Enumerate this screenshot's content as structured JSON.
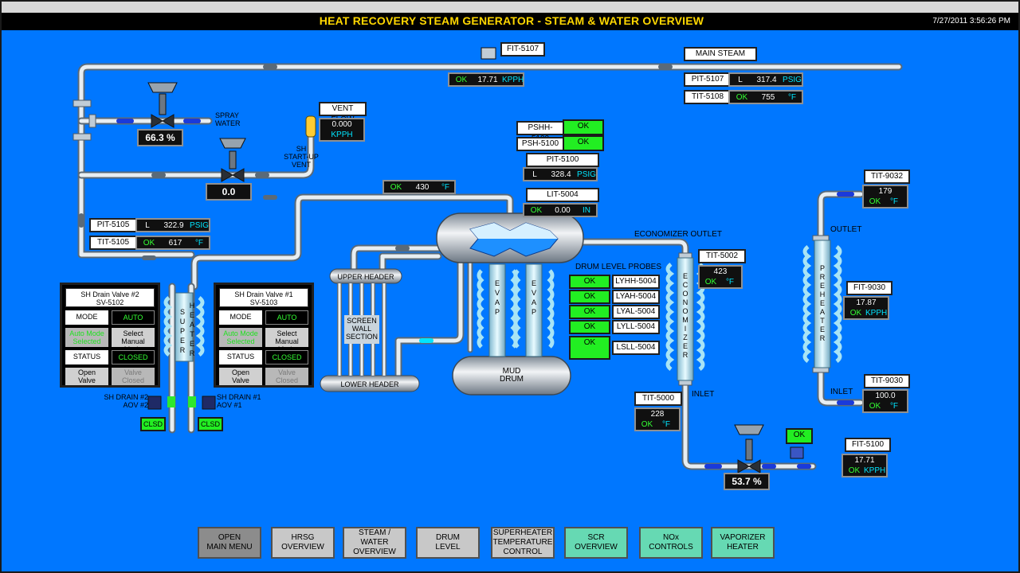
{
  "header": {
    "title": "HEAT RECOVERY STEAM GENERATOR - STEAM & WATER OVERVIEW",
    "datetime": "7/27/2011 3:56:26 PM"
  },
  "main_steam": {
    "label": "MAIN STEAM",
    "fit5107": {
      "tag": "FIT-5107",
      "status": "OK",
      "value": "17.71",
      "unit": "KPPH"
    },
    "pit5107": {
      "tag": "PIT-5107",
      "status": "L",
      "value": "317.4",
      "unit": "PSIG"
    },
    "tit5108": {
      "tag": "TIT-5108",
      "status": "OK",
      "value": "755",
      "unit": "°F"
    }
  },
  "spray": {
    "label": "SPRAY\nWATER",
    "output": "66.3 %"
  },
  "startup_vent": {
    "label": "SH\nSTART-UP\nVENT",
    "output": "0.0",
    "vent_flow_tag": "VENT FLOW",
    "vent_flow_value": "0.000",
    "vent_flow_unit": "KPPH"
  },
  "drum": {
    "pshh5100": {
      "tag": "PSHH-5100",
      "status": "OK"
    },
    "psh5100": {
      "tag": "PSH-5100",
      "status": "OK"
    },
    "pit5100": {
      "tag": "PIT-5100",
      "status": "L",
      "value": "328.4",
      "unit": "PSIG"
    },
    "lit5004": {
      "tag": "LIT-5004",
      "status": "OK",
      "value": "0.00",
      "unit": "IN"
    },
    "inlet_temp": {
      "status": "OK",
      "value": "430",
      "unit": "°F"
    },
    "mud_drum": "MUD\nDRUM",
    "probes_title": "DRUM LEVEL PROBES",
    "probes": [
      {
        "tag": "LYHH-5004",
        "status": "OK"
      },
      {
        "tag": "LYAH-5004",
        "status": "OK"
      },
      {
        "tag": "LYAL-5004",
        "status": "OK"
      },
      {
        "tag": "LYLL-5004",
        "status": "OK"
      },
      {
        "tag": "LSLL-5004",
        "status": "OK"
      }
    ]
  },
  "superheater": {
    "pit5105": {
      "tag": "PIT-5105",
      "status": "L",
      "value": "322.9",
      "unit": "PSIG"
    },
    "tit5105": {
      "tag": "TIT-5105",
      "status": "OK",
      "value": "617",
      "unit": "°F"
    },
    "letters": [
      "S",
      "U",
      "P",
      "E",
      "R"
    ],
    "letters2": [
      "H",
      "E",
      "A",
      "T",
      "E",
      "R"
    ]
  },
  "headers": {
    "upper": "UPPER HEADER",
    "lower": "LOWER HEADER",
    "screen": "SCREEN\nWALL\nSECTION",
    "evap": [
      "E",
      "V",
      "A",
      "P"
    ]
  },
  "valve2": {
    "title": "SH Drain Valve #2\nSV-5102",
    "mode_label": "MODE",
    "mode": "AUTO",
    "auto_sel": "Auto Mode\nSelected",
    "select_manual": "Select Manual\nMode",
    "status_label": "STATUS",
    "status": "CLOSED",
    "open": "Open\nValve",
    "closed": "Valve\nClosed",
    "drain_label": "SH DRAIN #2\nAOV #2",
    "clsd": "CLSD"
  },
  "valve1": {
    "title": "SH Drain Valve #1\nSV-5103",
    "mode_label": "MODE",
    "mode": "AUTO",
    "auto_sel": "Auto Mode\nSelected",
    "select_manual": "Select Manual\nMode",
    "status_label": "STATUS",
    "status": "CLOSED",
    "open": "Open\nValve",
    "closed": "Valve\nClosed",
    "drain_label": "SH DRAIN #1\nAOV #1",
    "clsd": "CLSD"
  },
  "economizer": {
    "outlet_label": "ECONOMIZER OUTLET",
    "inlet_label": "INLET",
    "letters": [
      "E",
      "C",
      "O",
      "N",
      "O",
      "M",
      "I",
      "Z",
      "E",
      "R"
    ],
    "tit5002": {
      "tag": "TIT-5002",
      "value": "423",
      "status": "OK",
      "unit": "°F"
    },
    "tit5000": {
      "tag": "TIT-5000",
      "value": "228",
      "status": "OK",
      "unit": "°F"
    }
  },
  "feedwater": {
    "output": "53.7 %",
    "status_lamp": "OK",
    "fit5100": {
      "tag": "FIT-5100",
      "value": "17.71",
      "status": "OK",
      "unit": "KPPH"
    }
  },
  "preheater": {
    "outlet_label": "OUTLET",
    "inlet_label": "INLET",
    "letters": [
      "P",
      "R",
      "E",
      "H",
      "E",
      "A",
      "T",
      "E",
      "R"
    ],
    "tit9032": {
      "tag": "TIT-9032",
      "value": "179",
      "status": "OK",
      "unit": "°F"
    },
    "fit9030": {
      "tag": "FIT-9030",
      "value": "17.87",
      "status": "OK",
      "unit": "KPPH"
    },
    "tit9030": {
      "tag": "TIT-9030",
      "value": "100.0",
      "status": "OK",
      "unit": "°F"
    }
  },
  "nav": [
    {
      "label": "OPEN\nMAIN MENU",
      "color": "#8c8c8c"
    },
    {
      "label": "HRSG\nOVERVIEW",
      "color": "#c8c8c8"
    },
    {
      "label": "STEAM / WATER\nOVERVIEW",
      "color": "#c8c8c8"
    },
    {
      "label": "DRUM\nLEVEL",
      "color": "#c8c8c8"
    },
    {
      "label": "SUPERHEATER\nTEMPERATURE\nCONTROL",
      "color": "#c8c8c8"
    },
    {
      "label": "SCR\nOVERVIEW",
      "color": "#66d9b3"
    },
    {
      "label": "NOx\nCONTROLS",
      "color": "#66d9b3"
    },
    {
      "label": "VAPORIZER\nHEATER",
      "color": "#66d9b3"
    }
  ]
}
